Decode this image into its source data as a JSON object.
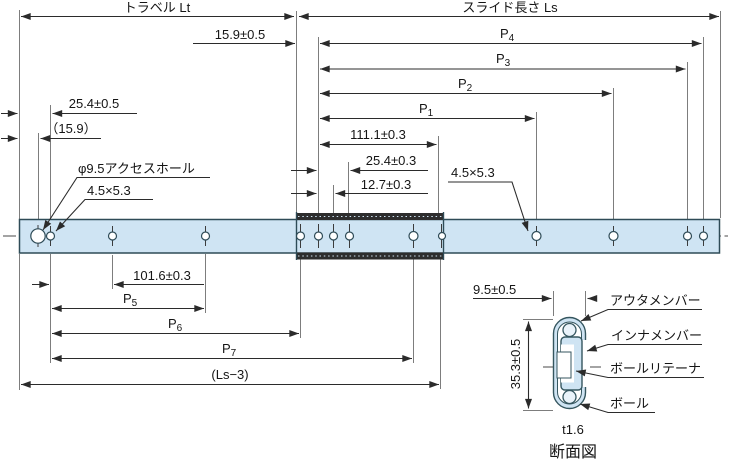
{
  "title": "drawer-slide-dimension-drawing",
  "colors": {
    "rail_fill": "#cfe4f3",
    "rail_stroke": "#2e4b57",
    "dimension_line": "#2b2b2b",
    "extension_line": "#7d7d7d",
    "hatch_band": "#2d2d2d",
    "background": "#ffffff"
  },
  "top_dimensions": {
    "travel_label": "トラベル Lt",
    "slide_length_label": "スライド長さ Ls",
    "d15_9": "15.9±0.5",
    "p_labels": [
      {
        "base": "P",
        "sub": "1"
      },
      {
        "base": "P",
        "sub": "2"
      },
      {
        "base": "P",
        "sub": "3"
      },
      {
        "base": "P",
        "sub": "4"
      }
    ],
    "d111_1": "111.1±0.3",
    "d25_4_inner": "25.4±0.3",
    "d12_7": "12.7±0.3",
    "slot_right": "4.5×5.3"
  },
  "left_dimensions": {
    "d25_4": "25.4±0.5",
    "d15_9_ref": "（15.9）",
    "access_hole": "φ9.5アクセスホール",
    "slot_left": "4.5×5.3"
  },
  "bottom_dimensions": {
    "d101_6": "101.6±0.3",
    "p_labels": [
      {
        "base": "P",
        "sub": "5"
      },
      {
        "base": "P",
        "sub": "6"
      },
      {
        "base": "P",
        "sub": "7"
      }
    ],
    "ls_minus_3": "(Ls−3)"
  },
  "cross_section": {
    "width": "9.5±0.5",
    "height": "35.3±0.5",
    "outer_member": "アウタメンバー",
    "inner_member": "インナメンバー",
    "ball_retainer": "ボールリテーナ",
    "ball": "ボール",
    "thickness": "t1.6",
    "caption": "断面図"
  }
}
